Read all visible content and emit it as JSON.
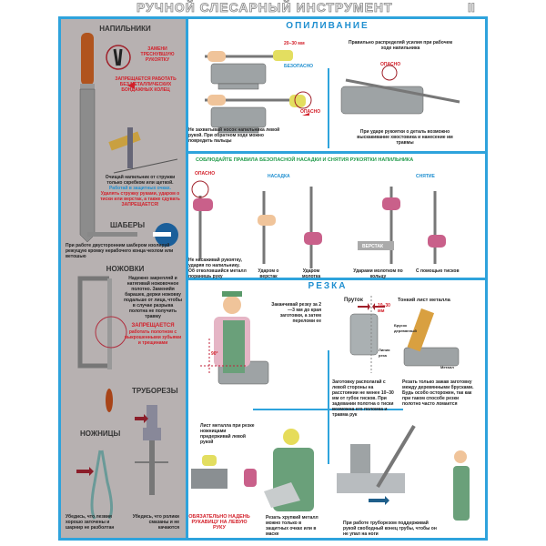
{
  "title": "РУЧНОЙ СЛЕСАРНЫЙ ИНСТРУМЕНТ",
  "sheet": "II",
  "left": {
    "files_heading": "НАПИЛЬНИКИ",
    "replace_handle": "ЗАМЕНИ ТРЕСНУВШУЮ РУКОЯТКУ",
    "no_rings": "ЗАПРЕЩАЕТСЯ РАБОТАТЬ БЕЗ МЕТАЛЛИЧЕСКИХ БОНДАЖНЫХ КОЛЕЦ",
    "clean_1": "Очищай напильник от стружки только скребком или щеткой.",
    "clean_2": "Работай в защитных очках.",
    "clean_3": "Удалять стружку руками, ударом о тиски или верстак, а также сдувать ЗАПРЕЩАЕТСЯ!",
    "scrapers_heading": "ШАБЕРЫ",
    "scrapers_note": "При работе двусторонним шабером изолируй режущую кромку нерабочего конца чехлом или ветошью",
    "saws_heading": "НОЖОВКИ",
    "saws_note": "Надежно закрепляй и натягивай ножовочное полотно. Заменяйя барашек, держи ножовку подальше от лица, чтобы в случае разрыва полотна не получить травму",
    "saws_forbidden_1": "ЗАПРЕЩАЕТСЯ",
    "saws_forbidden_2": "работать полотном с выкрошенными зубьями и трещинами",
    "pipe_cutters_heading": "ТРУБОРЕЗЫ",
    "shears_heading": "НОЖНИЦЫ",
    "shears_note": "Убедись, что лезвия хорошо заточены и шарнир не разболтан",
    "cutters_note": "Убедись, что ролики смазаны и не качаются"
  },
  "filing": {
    "heading": "ОПИЛИВАНИЕ",
    "distance": "20–30 мм",
    "safe": "БЕЗОПАСНО",
    "danger1": "ОПАСНО",
    "grip_note": "Не захватывай носок напильника левой рукой. При обратном ходе можно повредить пальцы",
    "force_note": "Правильно распределяй усилия при рабочем ходе напильника",
    "danger2": "ОПАСНО",
    "strike_note": "При ударе рукоятки о деталь возможно выскакивание хвостовика и нанесение им травмы"
  },
  "handle": {
    "heading": "СОБЛЮДАЙТЕ ПРАВИЛА БЕЗОПАСНОЙ НАСАДКИ  И СНЯТИЯ РУКОЯТКИ НАПИЛЬНИКА",
    "danger": "ОПАСНО",
    "fit": "НАСАДКА",
    "remove": "СНЯТИЕ",
    "danger_note": "Не насаживай рукоятку, ударяя по напильнику. Об отколовшийся металл поранишь руку",
    "by_bench": "Ударом о верстак",
    "by_hammer": "Ударом молотка",
    "bench_label": "ВЕРСТАК",
    "by_ring": "Ударами молотком по кольцу",
    "by_vise": "С помощью тисков"
  },
  "cutting": {
    "heading": "РЕЗКА",
    "finish_note": "Заканчивай резку за 2—3 мм до края заготовки, а затем переломи ее",
    "angle": "90°",
    "rod": "Пруток",
    "rod_distance": "10–30 мм",
    "cut_line": "Линия реза",
    "sheet": "Тонкий лист металла",
    "wood_block": "Брусок деревянный",
    "metal": "Металл",
    "rod_note": "Заготовку располагай с левой стороны на расстоянии не менее 10–30 мм от губок тисков. При задевании полотна о тиски возможна его поломка и травма рук",
    "sheet_note": "Резать только зажав заготовку между деревянными брусками. Будь особо осторожен, так как при таком способе резки полотно часто ломается",
    "shears_note": "Лист металла при резке ножницами придерживай левой рукой",
    "glove_warning": "ОБЯЗАТЕЛЬНО НАДЕНЬ РУКАВИЦУ НА ЛЕВУЮ РУКУ",
    "brittle_note": "Резать хрупкий металл можно только в защитных очках или в маске",
    "pipe_note": "При работе труборезом поддерживай рукой свободный конец трубы, чтобы он не упал на ноги"
  },
  "colors": {
    "frame": "#2ea3dc",
    "panel": "#b7b1b1",
    "danger": "#d3202a",
    "heading": "#1f8fd0",
    "green": "#1f9a4a"
  }
}
